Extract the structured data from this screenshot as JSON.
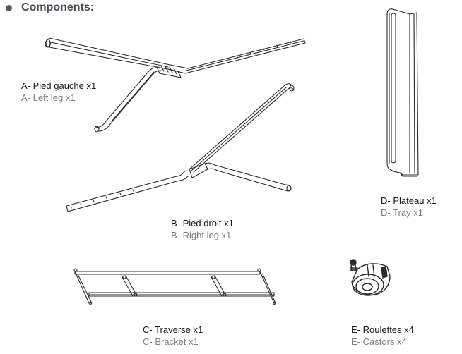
{
  "section": {
    "title": "Components:",
    "bullet_icon": "filled-circle-bullet"
  },
  "components": [
    {
      "id": "A",
      "label_fr": "A- Pied gauche x1",
      "label_en": "A- Left leg x1",
      "icon": "left-leg-illustration"
    },
    {
      "id": "B",
      "label_fr": "B- Pied droit x1",
      "label_en": "B- Right leg x1",
      "icon": "right-leg-illustration"
    },
    {
      "id": "C",
      "label_fr": "C- Traverse x1",
      "label_en": "C- Bracket x1",
      "icon": "bracket-illustration"
    },
    {
      "id": "D",
      "label_fr": "D- Plateau x1",
      "label_en": "D- Tray x1",
      "icon": "tray-illustration"
    },
    {
      "id": "E",
      "label_fr": "E- Roulettes x4",
      "label_en": "E- Castors x4",
      "icon": "castor-illustration"
    }
  ]
}
